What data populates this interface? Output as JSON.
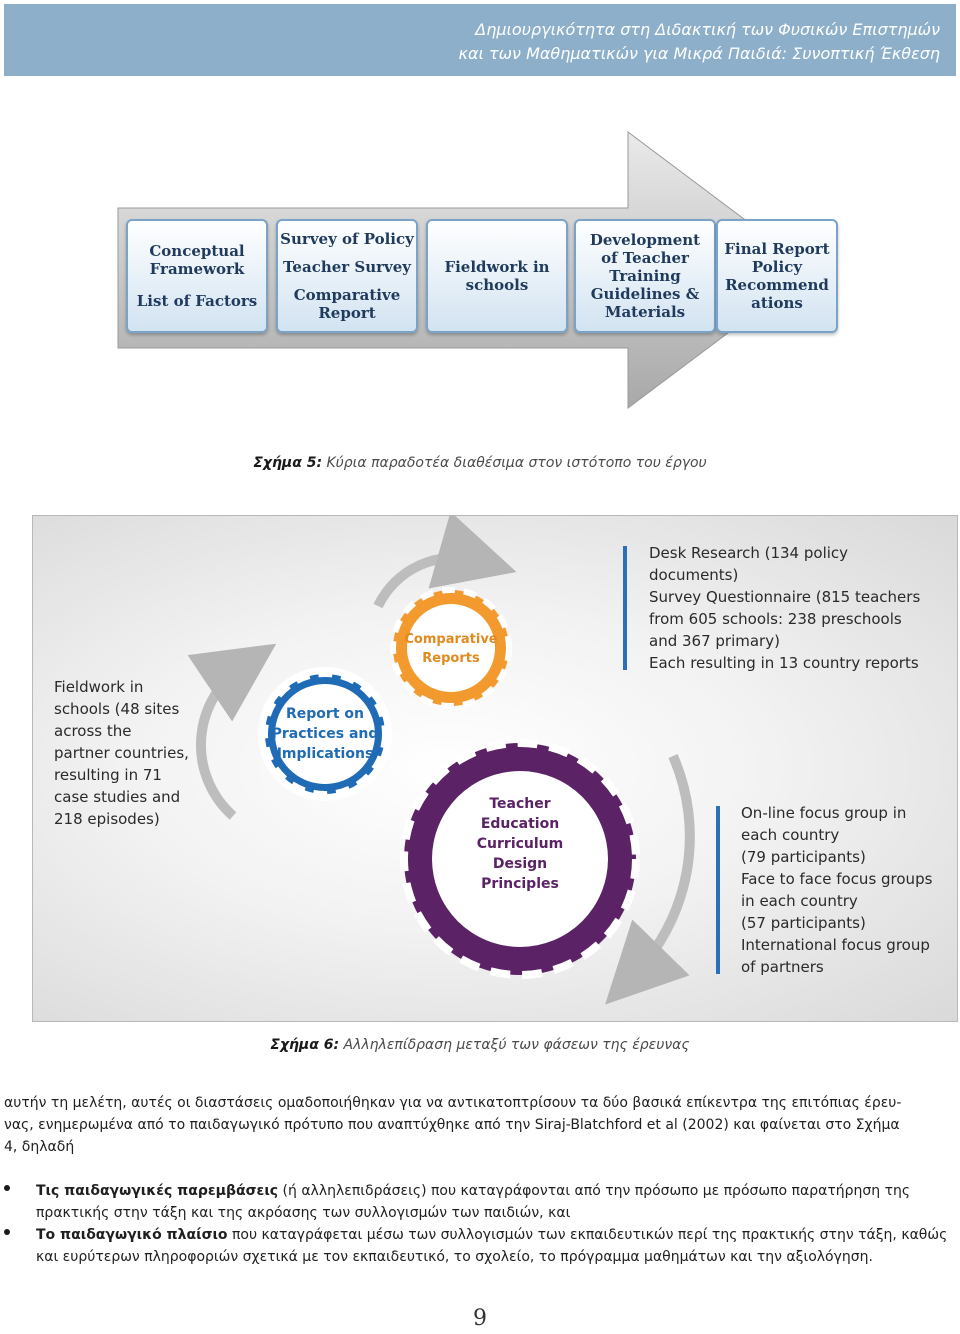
{
  "header": {
    "line1": "Δημιουργικότητα στη Διδακτική των Φυσικών Επιστημών",
    "line2": "και των Μαθηματικών για Μικρά Παιδιά: Συνοπτική Έκθεση"
  },
  "figure5": {
    "boxes": [
      {
        "lines": [
          "Conceptual",
          "Framework",
          "",
          "List of Factors"
        ]
      },
      {
        "lines": [
          "Survey of Policy",
          "",
          "Teacher Survey",
          "",
          "Comparative",
          "Report"
        ]
      },
      {
        "lines": [
          "Fieldwork in",
          "schools"
        ]
      },
      {
        "lines": [
          "Development",
          "of Teacher",
          "Training",
          "Guidelines &",
          "Materials"
        ]
      },
      {
        "lines": [
          "Final Report",
          "Policy",
          "Recommend",
          "ations"
        ]
      }
    ],
    "caption_label": "Σχήμα 5:",
    "caption_text": "Κύρια παραδοτέα διαθέσιμα στον ιστότοπο του έργου"
  },
  "figure6": {
    "left_text": [
      "Fieldwork in",
      "schools (48 sites",
      "across the",
      "partner countries,",
      "resulting in 71",
      "case studies and",
      "218 episodes)"
    ],
    "top_right_text": [
      "Desk Research (134 policy",
      "documents)",
      "Survey Questionnaire (815 teachers",
      "from 605 schools: 238 preschools",
      "and 367 primary)",
      "Each resulting in 13 country reports"
    ],
    "bottom_right_text": [
      "On-line focus group in",
      "each country",
      "(79 participants)",
      "Face to face focus groups",
      "in each country",
      "(57 participants)",
      "International focus group",
      "of partners"
    ],
    "gear_blue": [
      "Report on",
      "Practices and",
      "Implications"
    ],
    "gear_orange": [
      "Comparative",
      "Reports"
    ],
    "gear_purple": [
      "Teacher",
      "Education",
      "Curriculum",
      "Design",
      "Principles"
    ],
    "colors": {
      "blue": "#1f6bb5",
      "orange": "#f39a2e",
      "purple": "#5b2266"
    },
    "caption_label": "Σχήμα 6:",
    "caption_text": "Αλληλεπίδραση μεταξύ των φάσεων της έρευνας"
  },
  "body": {
    "paragraph": [
      "αυτήν τη μελέτη, αυτές οι διαστάσεις ομαδοποιήθηκαν για να αντικατοπτρίσουν τα δύο βασικά επίκεντρα της επιτόπιας έρευ-",
      "νας, ενημερωμένα από το παιδαγωγικό πρότυπο που αναπτύχθηκε από την Siraj-Blatchford et al (2002) και φαίνεται στο Σχήμα",
      "4, δηλαδή"
    ],
    "bullets": [
      {
        "bold": "Τις παιδαγωγικές παρεμβάσεις",
        "line1": " (ή αλληλεπιδράσεις) που καταγράφονται από την πρόσωπο με πρόσωπο παρατήρηση της",
        "line2": "πρακτικής στην τάξη και της ακρόασης των συλλογισμών των παιδιών, και"
      },
      {
        "bold": "Το παιδαγωγικό πλαίσιο",
        "line1": " που καταγράφεται μέσω των συλλογισμών των εκπαιδευτικών περί της πρακτικής στην τάξη, καθώς",
        "line2": "και ευρύτερων πληροφοριών σχετικά με τον εκπαιδευτικό, το σχολείο, το πρόγραμμα μαθημάτων και την αξιολόγηση."
      }
    ]
  },
  "page_number": "9"
}
